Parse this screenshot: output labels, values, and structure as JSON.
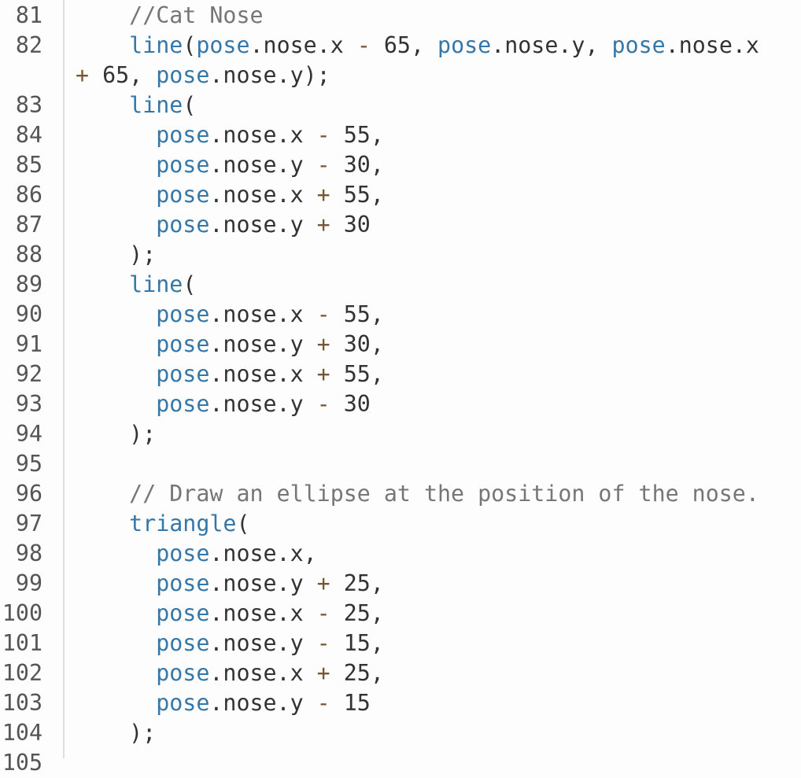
{
  "editor": {
    "rows": [
      {
        "num": "81",
        "tokens": [
          [
            "tx",
            "    "
          ],
          [
            "cm",
            "//Cat Nose"
          ]
        ]
      },
      {
        "num": "82",
        "tokens": [
          [
            "tx",
            "    "
          ],
          [
            "kw",
            "line"
          ],
          [
            "tx",
            "("
          ],
          [
            "kw",
            "pose"
          ],
          [
            "tx",
            ".nose.x "
          ],
          [
            "op",
            "-"
          ],
          [
            "tx",
            " 65, "
          ],
          [
            "kw",
            "pose"
          ],
          [
            "tx",
            ".nose.y, "
          ],
          [
            "kw",
            "pose"
          ],
          [
            "tx",
            ".nose.x"
          ]
        ]
      },
      {
        "num": "",
        "tokens": [
          [
            "op",
            "+"
          ],
          [
            "tx",
            " 65, "
          ],
          [
            "kw",
            "pose"
          ],
          [
            "tx",
            ".nose.y);"
          ]
        ]
      },
      {
        "num": "83",
        "tokens": [
          [
            "tx",
            "    "
          ],
          [
            "kw",
            "line"
          ],
          [
            "tx",
            "("
          ]
        ]
      },
      {
        "num": "84",
        "tokens": [
          [
            "tx",
            "      "
          ],
          [
            "kw",
            "pose"
          ],
          [
            "tx",
            ".nose.x "
          ],
          [
            "op",
            "-"
          ],
          [
            "tx",
            " 55,"
          ]
        ]
      },
      {
        "num": "85",
        "tokens": [
          [
            "tx",
            "      "
          ],
          [
            "kw",
            "pose"
          ],
          [
            "tx",
            ".nose.y "
          ],
          [
            "op",
            "-"
          ],
          [
            "tx",
            " 30,"
          ]
        ]
      },
      {
        "num": "86",
        "tokens": [
          [
            "tx",
            "      "
          ],
          [
            "kw",
            "pose"
          ],
          [
            "tx",
            ".nose.x "
          ],
          [
            "op",
            "+"
          ],
          [
            "tx",
            " 55,"
          ]
        ]
      },
      {
        "num": "87",
        "tokens": [
          [
            "tx",
            "      "
          ],
          [
            "kw",
            "pose"
          ],
          [
            "tx",
            ".nose.y "
          ],
          [
            "op",
            "+"
          ],
          [
            "tx",
            " 30"
          ]
        ]
      },
      {
        "num": "88",
        "tokens": [
          [
            "tx",
            "    );"
          ]
        ]
      },
      {
        "num": "89",
        "tokens": [
          [
            "tx",
            "    "
          ],
          [
            "kw",
            "line"
          ],
          [
            "tx",
            "("
          ]
        ]
      },
      {
        "num": "90",
        "tokens": [
          [
            "tx",
            "      "
          ],
          [
            "kw",
            "pose"
          ],
          [
            "tx",
            ".nose.x "
          ],
          [
            "op",
            "-"
          ],
          [
            "tx",
            " 55,"
          ]
        ]
      },
      {
        "num": "91",
        "tokens": [
          [
            "tx",
            "      "
          ],
          [
            "kw",
            "pose"
          ],
          [
            "tx",
            ".nose.y "
          ],
          [
            "op",
            "+"
          ],
          [
            "tx",
            " 30,"
          ]
        ]
      },
      {
        "num": "92",
        "tokens": [
          [
            "tx",
            "      "
          ],
          [
            "kw",
            "pose"
          ],
          [
            "tx",
            ".nose.x "
          ],
          [
            "op",
            "+"
          ],
          [
            "tx",
            " 55,"
          ]
        ]
      },
      {
        "num": "93",
        "tokens": [
          [
            "tx",
            "      "
          ],
          [
            "kw",
            "pose"
          ],
          [
            "tx",
            ".nose.y "
          ],
          [
            "op",
            "-"
          ],
          [
            "tx",
            " 30"
          ]
        ]
      },
      {
        "num": "94",
        "tokens": [
          [
            "tx",
            "    );"
          ]
        ]
      },
      {
        "num": "95",
        "tokens": []
      },
      {
        "num": "96",
        "tokens": [
          [
            "tx",
            "    "
          ],
          [
            "cm",
            "// Draw an ellipse at the position of the nose."
          ]
        ]
      },
      {
        "num": "97",
        "tokens": [
          [
            "tx",
            "    "
          ],
          [
            "kw",
            "triangle"
          ],
          [
            "tx",
            "("
          ]
        ]
      },
      {
        "num": "98",
        "tokens": [
          [
            "tx",
            "      "
          ],
          [
            "kw",
            "pose"
          ],
          [
            "tx",
            ".nose.x,"
          ]
        ]
      },
      {
        "num": "99",
        "tokens": [
          [
            "tx",
            "      "
          ],
          [
            "kw",
            "pose"
          ],
          [
            "tx",
            ".nose.y "
          ],
          [
            "op",
            "+"
          ],
          [
            "tx",
            " 25,"
          ]
        ]
      },
      {
        "num": "100",
        "tokens": [
          [
            "tx",
            "      "
          ],
          [
            "kw",
            "pose"
          ],
          [
            "tx",
            ".nose.x "
          ],
          [
            "op",
            "-"
          ],
          [
            "tx",
            " 25,"
          ]
        ]
      },
      {
        "num": "101",
        "tokens": [
          [
            "tx",
            "      "
          ],
          [
            "kw",
            "pose"
          ],
          [
            "tx",
            ".nose.y "
          ],
          [
            "op",
            "-"
          ],
          [
            "tx",
            " 15,"
          ]
        ]
      },
      {
        "num": "102",
        "tokens": [
          [
            "tx",
            "      "
          ],
          [
            "kw",
            "pose"
          ],
          [
            "tx",
            ".nose.x "
          ],
          [
            "op",
            "+"
          ],
          [
            "tx",
            " 25,"
          ]
        ]
      },
      {
        "num": "103",
        "tokens": [
          [
            "tx",
            "      "
          ],
          [
            "kw",
            "pose"
          ],
          [
            "tx",
            ".nose.y "
          ],
          [
            "op",
            "-"
          ],
          [
            "tx",
            " 15"
          ]
        ]
      },
      {
        "num": "104",
        "tokens": [
          [
            "tx",
            "    );"
          ]
        ]
      },
      {
        "num": "105",
        "tokens": []
      }
    ]
  }
}
